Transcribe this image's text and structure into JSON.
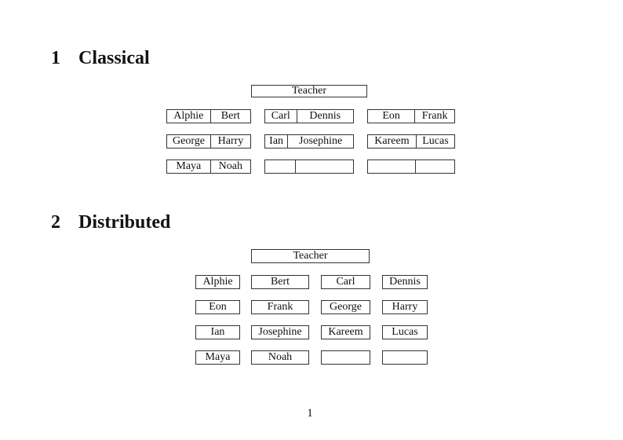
{
  "document": {
    "page_number": "1"
  },
  "sections": [
    {
      "number": "1",
      "title": "Classical"
    },
    {
      "number": "2",
      "title": "Distributed"
    }
  ],
  "classical": {
    "teacher_label": "Teacher",
    "rows": [
      {
        "desks": [
          {
            "left": "Alphie",
            "right": "Bert"
          },
          {
            "left": "Carl",
            "right": "Dennis"
          },
          {
            "left": "Eon",
            "right": "Frank"
          }
        ]
      },
      {
        "desks": [
          {
            "left": "George",
            "right": "Harry"
          },
          {
            "left": "Ian",
            "right": "Josephine"
          },
          {
            "left": "Kareem",
            "right": "Lucas"
          }
        ]
      },
      {
        "desks": [
          {
            "left": "Maya",
            "right": "Noah"
          },
          {
            "left": "",
            "right": ""
          },
          {
            "left": "",
            "right": ""
          }
        ]
      }
    ]
  },
  "distributed": {
    "teacher_label": "Teacher",
    "rows": [
      [
        "Alphie",
        "Bert",
        "Carl",
        "Dennis"
      ],
      [
        "Eon",
        "Frank",
        "George",
        "Harry"
      ],
      [
        "Ian",
        "Josephine",
        "Kareem",
        "Lucas"
      ],
      [
        "Maya",
        "Noah",
        "",
        ""
      ]
    ]
  },
  "colors": {
    "background": "#ffffff",
    "border": "#333333",
    "text": "#111111"
  }
}
